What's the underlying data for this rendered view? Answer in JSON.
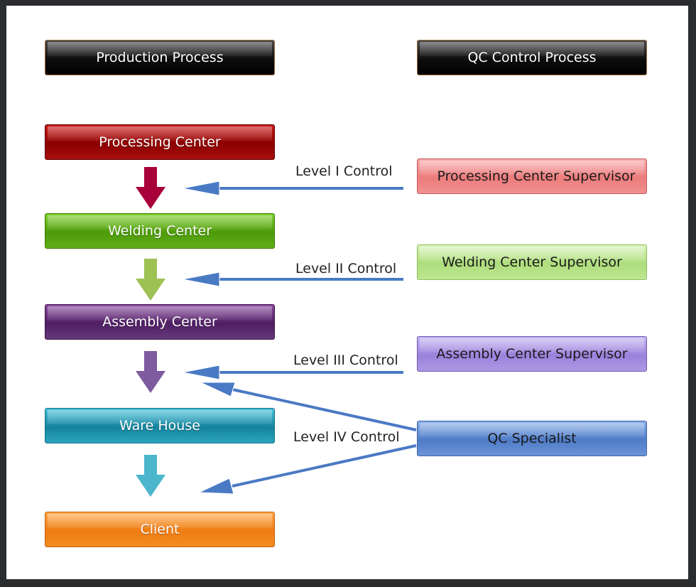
{
  "headers": {
    "production": "Production Process",
    "qc": "QC Control Process"
  },
  "production_steps": [
    {
      "label": "Processing Center"
    },
    {
      "label": "Welding Center"
    },
    {
      "label": "Assembly Center"
    },
    {
      "label": "Ware House"
    },
    {
      "label": "Client"
    }
  ],
  "qc_roles": [
    {
      "label": "Processing Center Supervisor"
    },
    {
      "label": "Welding Center Supervisor"
    },
    {
      "label": "Assembly Center Supervisor"
    },
    {
      "label": "QC Specialist"
    }
  ],
  "control_levels": [
    {
      "label": "Level I Control"
    },
    {
      "label": "Level II Control"
    },
    {
      "label": "Level III Control"
    },
    {
      "label": "Level IV Control"
    }
  ],
  "colors": {
    "processing": "#a10f0f",
    "welding": "#5fae16",
    "assembly": "#5b2a70",
    "warehouse": "#1f99b4",
    "client": "#f08418",
    "arrow_red": "#a8003a",
    "arrow_green": "#9dc153",
    "arrow_purple": "#7e5a9e",
    "arrow_teal": "#4bb6cc",
    "control_arrow": "#4a7ac4"
  }
}
